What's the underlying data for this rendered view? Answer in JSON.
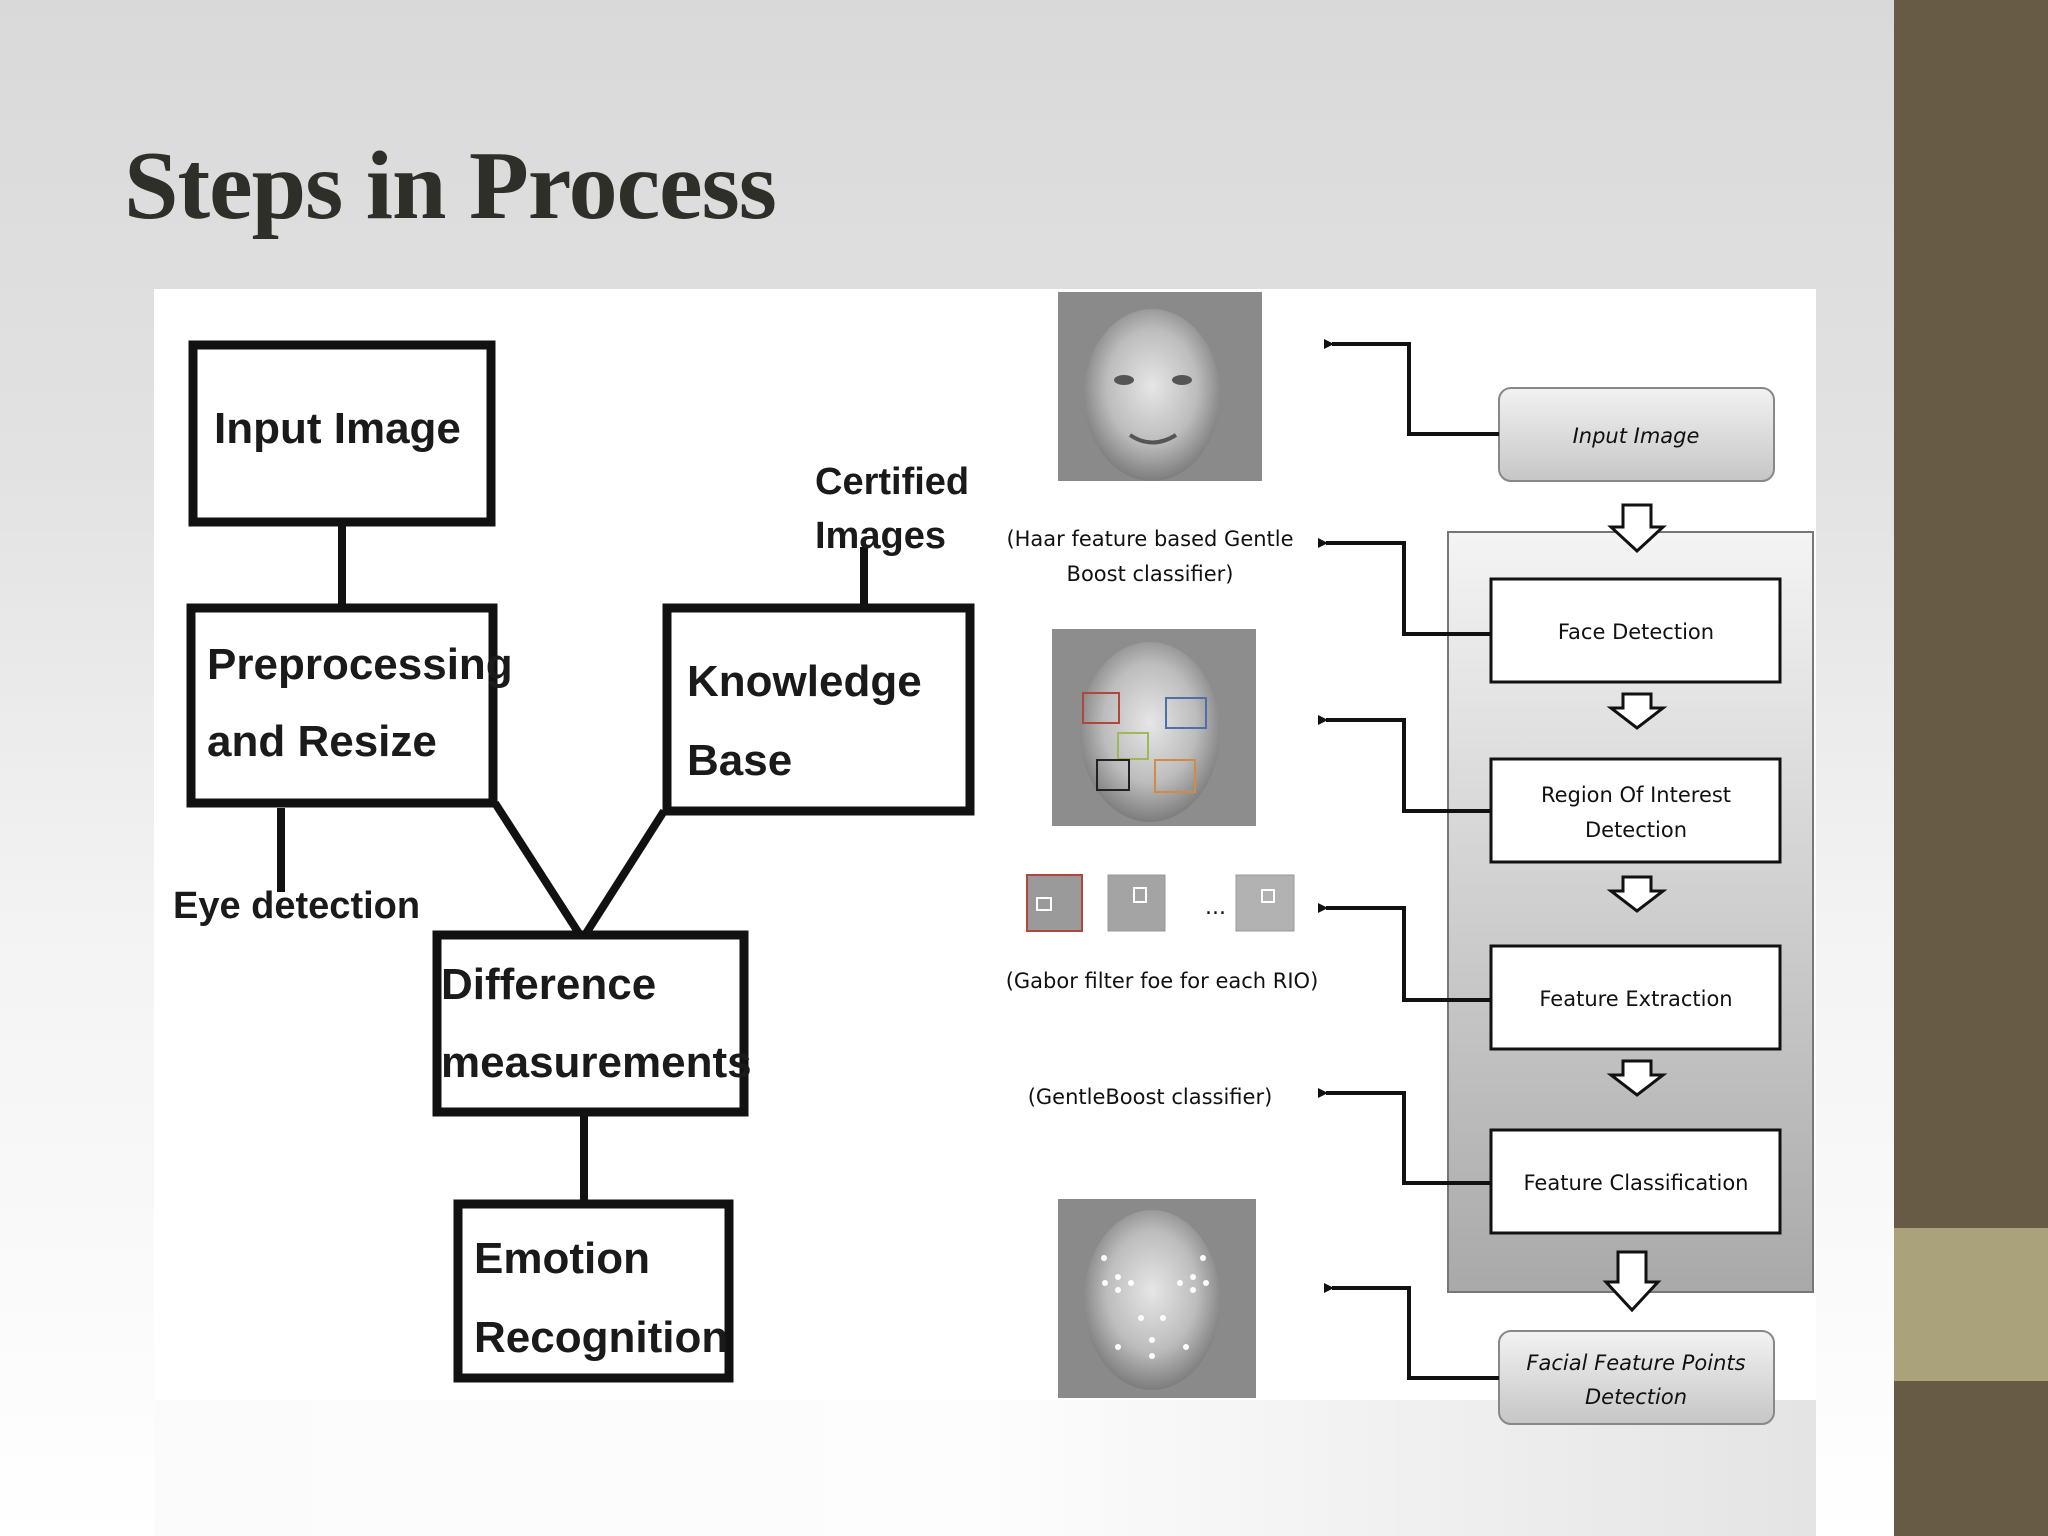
{
  "slide": {
    "title": "Steps in Process"
  },
  "left_diagram": {
    "input_image": "Input Image",
    "preprocessing_line1": "Preprocessing",
    "preprocessing_line2": "and Resize",
    "eye_detection": "Eye detection",
    "certified_line1": "Certified",
    "certified_line2": "Images",
    "knowledge_line1": "Knowledge",
    "knowledge_line2": "Base",
    "difference_line1": "Difference",
    "difference_line2": "measurements",
    "emotion_line1": "Emotion",
    "emotion_line2": "Recognition"
  },
  "right_diagram": {
    "input_image": "Input Image",
    "face_detection": "Face Detection",
    "roi_line1": "Region Of Interest",
    "roi_line2": "Detection",
    "feature_extraction": "Feature Extraction",
    "feature_classification": "Feature Classification",
    "facial_points_line1": "Facial Feature Points",
    "facial_points_line2": "Detection",
    "haar_line1": "(Haar feature based Gentle",
    "haar_line2": "Boost classifier)",
    "gabor_note": "(Gabor filter foe for each RIO)",
    "gentleboost_note": "(GentleBoost classifier)",
    "ellipsis": "..."
  }
}
